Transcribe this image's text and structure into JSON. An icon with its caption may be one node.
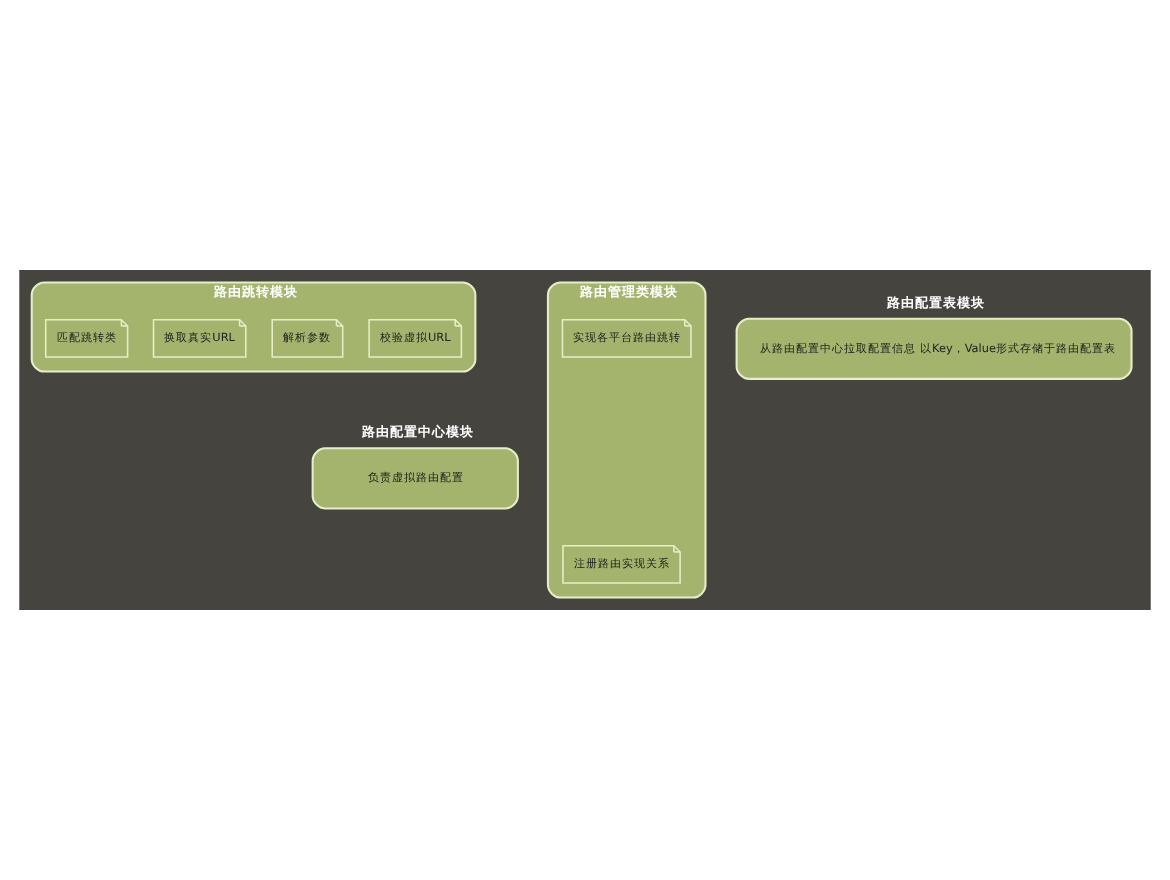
{
  "diagram": {
    "nodes": [
      {
        "text": [
          "路由跳转模块"
        ]
      },
      {
        "text": [
          "校验虚拟URL"
        ],
        "in": 0
      },
      {
        "text": [
          "解析参数"
        ],
        "in": 0
      },
      {
        "text": [
          "换取真实URL"
        ],
        "in": 0
      },
      {
        "text": [
          "匹配跳转类"
        ],
        "in": 0
      },
      {
        "text": [
          "路由配置中心模块",
          "负责虚拟路由配置"
        ]
      },
      {
        "text": [
          "路由配置表模块",
          "从路由配置中心拉取配置信息 以Key，Value形式存储于路由配置表"
        ]
      },
      {
        "text": [
          "路由管理类模块"
        ]
      },
      {
        "text": [
          "注册路由实现关系"
        ],
        "in": 7
      },
      {
        "text": [
          "实现各平台路由跳转"
        ],
        "in": 7
      }
    ],
    "edges": []
  }
}
